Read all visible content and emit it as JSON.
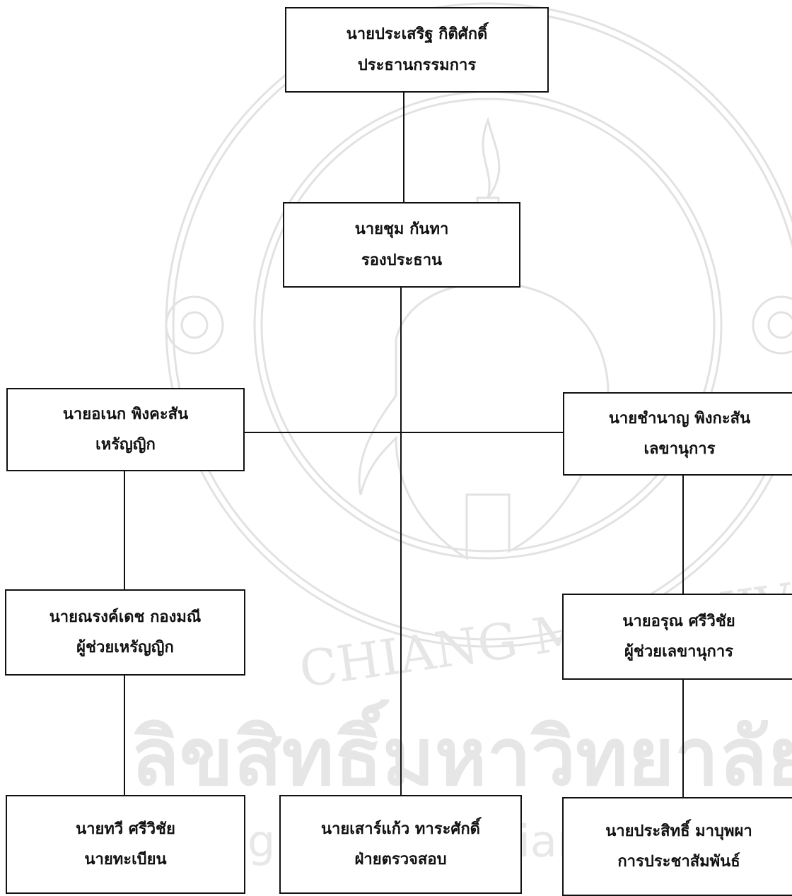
{
  "org_chart": {
    "chairman": {
      "name": "นายประเสริฐ  กิติศักดิ์",
      "role": "ประธานกรรมการ"
    },
    "vice_chair": {
      "name": "นายชุม กันทา",
      "role": "รองประธาน"
    },
    "treasurer": {
      "name": "นายอเนก พิงคะสัน",
      "role": "เหรัญญิก"
    },
    "secretary": {
      "name": "นายชำนาญ พิงกะสัน",
      "role": "เลขานุการ"
    },
    "assistant_treasurer": {
      "name": "นายณรงค์เดช กองมณี",
      "role": "ผู้ช่วยเหรัญญิก"
    },
    "assistant_secretary": {
      "name": "นายอรุณ ศรีวิชัย",
      "role": "ผู้ช่วยเลขานุการ"
    },
    "registrar": {
      "name": "นายทวี ศรีวิชัย",
      "role": "นายทะเบียน"
    },
    "audit": {
      "name": "นายเสาร์แก้ว ทาระศักดิ์",
      "role": "ฝ่ายตรวจสอบ"
    },
    "public_relations": {
      "name": "นายประสิทธิ์ มาบุพผา",
      "role": "การประชาสัมพันธ์"
    }
  },
  "watermark": {
    "arc_text": "CHIANG MAI UNIVERSITY",
    "banner_text": "ลิขสิทธิ์มหาวิทยาลัยเชียงใหม่",
    "copyright_text": "Copyright © by Chiang Mai University",
    "color": "#e4e4e4"
  },
  "colors": {
    "line": "#111111",
    "box_border": "#111111",
    "text": "#111111"
  }
}
